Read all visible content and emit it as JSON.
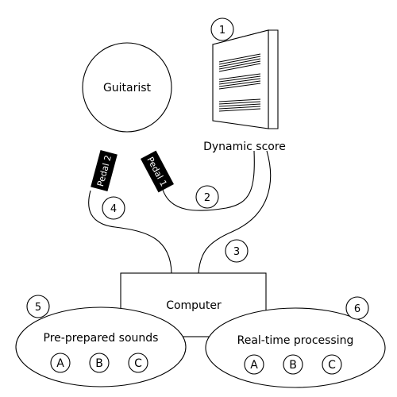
{
  "guitarist": "Guitarist",
  "score_label": "Dynamic score",
  "pedal1": "Pedal 1",
  "pedal2": "Pedal 2",
  "computer": "Computer",
  "sounds": {
    "title": "Pre-prepared sounds",
    "options": [
      "A",
      "B",
      "C"
    ]
  },
  "processing": {
    "title": "Real-time processing",
    "options": [
      "A",
      "B",
      "C"
    ]
  },
  "markers": [
    "1",
    "2",
    "3",
    "4",
    "5",
    "6"
  ]
}
